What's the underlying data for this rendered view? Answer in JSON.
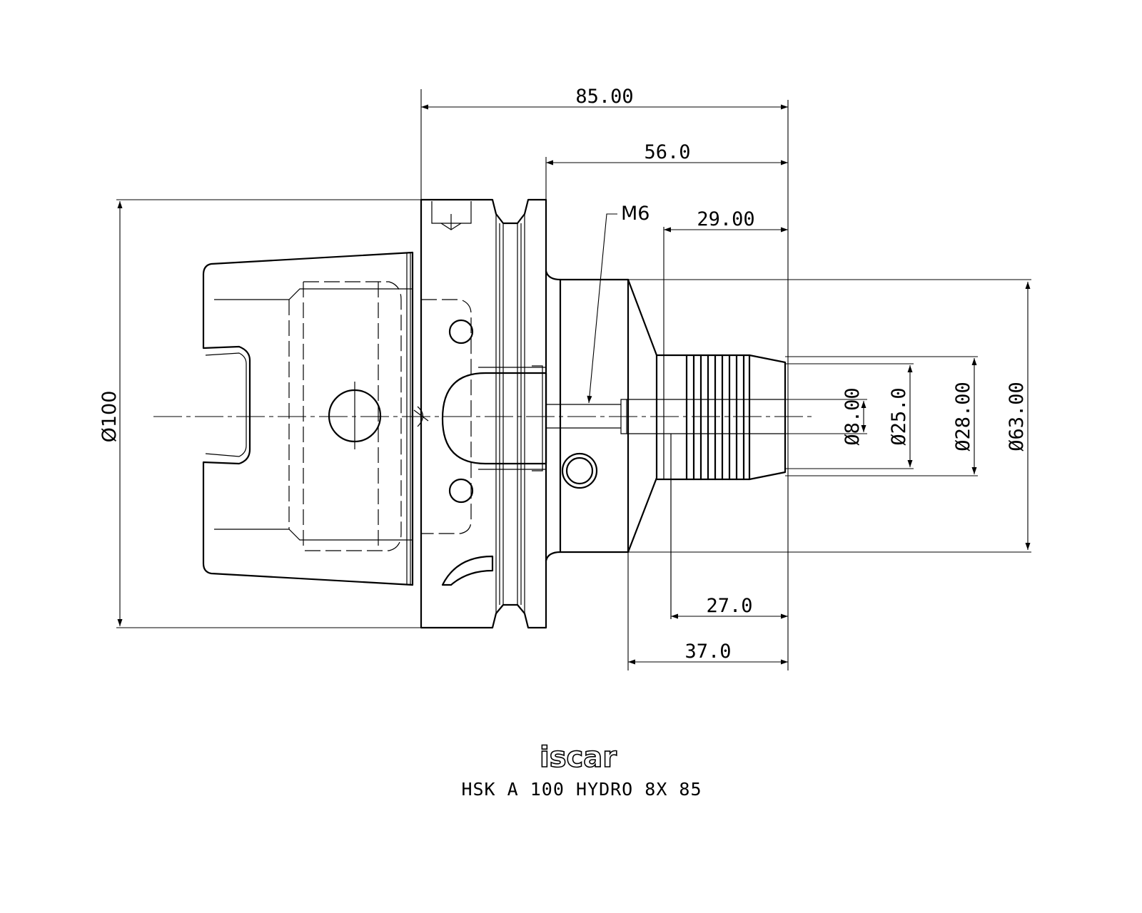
{
  "drawing": {
    "dimensions": {
      "overall_length": "85.00",
      "flange_to_end": "56.0",
      "clamping_length": "29.00",
      "thread": "M6",
      "diameter_flange": "Ø100",
      "diameter_body": "Ø63.00",
      "diameter_nose": "Ø28.00",
      "diameter_clamp_outer": "Ø25.0",
      "diameter_bore": "Ø8.00",
      "min_insertion": "27.0",
      "nose_length": "37.0"
    },
    "brand": "iscar",
    "part_name": "HSK A 100 HYDRO 8X 85"
  }
}
